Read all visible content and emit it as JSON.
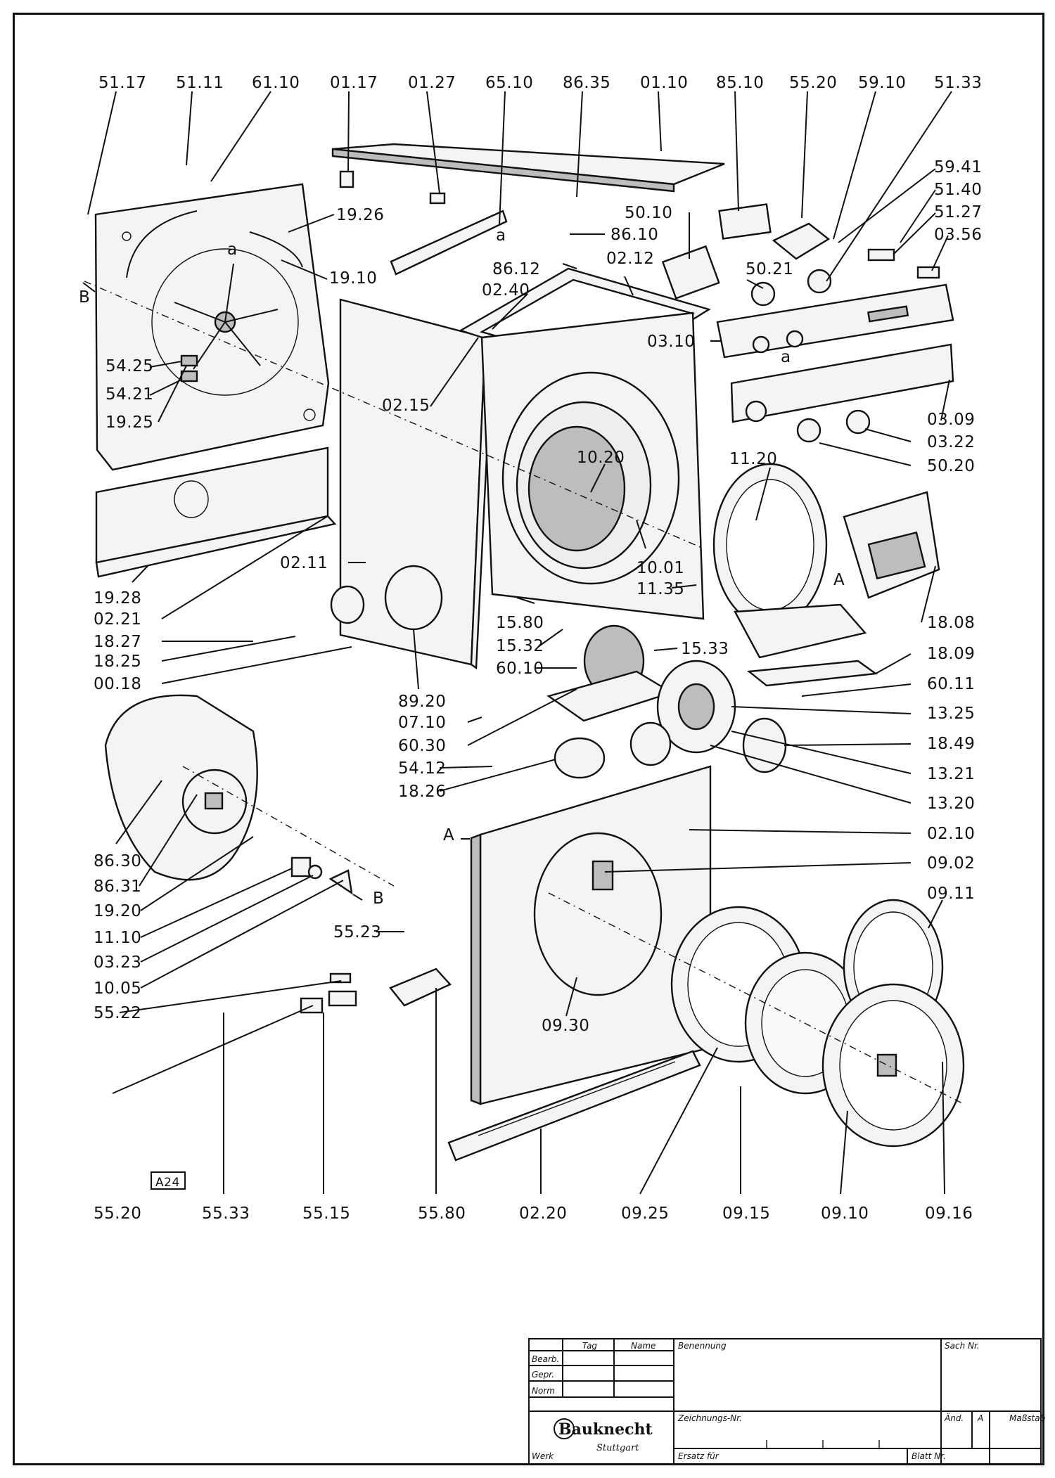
{
  "callouts": {
    "l5117": "51.17",
    "l5111": "51.11",
    "l6110": "61.10",
    "l0117": "01.17",
    "l0127": "01.27",
    "l6510": "65.10",
    "l8635": "86.35",
    "l0110": "01.10",
    "l8510": "85.10",
    "l5520a": "55.20",
    "l5910": "59.10",
    "l5133": "51.33",
    "l5941": "59.41",
    "l5140": "51.40",
    "l5127": "51.27",
    "l0356": "03.56",
    "l1926": "19.26",
    "l1910": "19.10",
    "l5010": "50.10",
    "l8610": "86.10",
    "l8612": "86.12",
    "l0212": "02.12",
    "l0240": "02.40",
    "l5021": "50.21",
    "l0310": "03.10",
    "l5425": "54.25",
    "l5421": "54.21",
    "l1925": "19.25",
    "l0215": "02.15",
    "l0309": "03.09",
    "l0322": "03.22",
    "l1020": "10.20",
    "l5020": "50.20",
    "l1120": "11.20",
    "l1928": "19.28",
    "l0211": "02.11",
    "l1001": "10.01",
    "l1135": "11.35",
    "l0221": "02.21",
    "l1580": "15.80",
    "l1808": "18.08",
    "l1827": "18.27",
    "l1532": "15.32",
    "l1533": "15.33",
    "l1809": "18.09",
    "l1825": "18.25",
    "l6010": "60.10",
    "l0018": "00.18",
    "l6011": "60.11",
    "l8920": "89.20",
    "l1325": "13.25",
    "l0710": "07.10",
    "l6030": "60.30",
    "l1849": "18.49",
    "l5412": "54.12",
    "l1321": "13.21",
    "l1826": "18.26",
    "l1320": "13.20",
    "l0210": "02.10",
    "l8630": "86.30",
    "l0902": "09.02",
    "l8631": "86.31",
    "l0911": "09.11",
    "l1920": "19.20",
    "l1110": "11.10",
    "l5523": "55.23",
    "l0323": "03.23",
    "l1005": "10.05",
    "l5522": "55.22",
    "l0930": "09.30",
    "l5520b": "55.20",
    "l5533": "55.33",
    "l5515": "55.15",
    "l5580": "55.80",
    "l0220": "02.20",
    "l0925": "09.25",
    "l0915": "09.15",
    "l0910": "09.10",
    "l0916": "09.16"
  },
  "markers": {
    "b_left": "B",
    "b_right": "B",
    "a_mid": "A",
    "a_front": "A",
    "a_small1": "a",
    "a_small2": "a",
    "a_small3": "a"
  },
  "sheet_tag": "A24",
  "title_block": {
    "col_tag": "Tag",
    "col_name": "Name",
    "benennung": "Benennung",
    "sach_nr": "Sach Nr.",
    "bearb": "Bearb.",
    "gepr": "Gepr.",
    "norm": "Norm",
    "zeichnungs_nr": "Zeichnungs-Nr.",
    "aend": "Änd.",
    "aend_value": "A",
    "massstab": "Maßstab",
    "brand": "Bauknecht",
    "city": "Stuttgart",
    "werk": "Werk",
    "ersatz_fuer": "Ersatz für",
    "blatt_nr": "Blatt Nr."
  }
}
